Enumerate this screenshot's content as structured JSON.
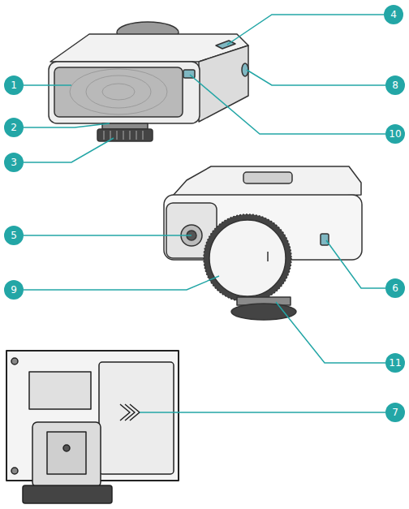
{
  "diagram": {
    "nodes": [
      {
        "text": [
          "4"
        ]
      },
      {
        "text": [
          "1"
        ]
      },
      {
        "text": [
          "8"
        ]
      },
      {
        "text": [
          "2"
        ]
      },
      {
        "text": [
          "10"
        ]
      },
      {
        "text": [
          "3"
        ]
      },
      {
        "text": [
          "5"
        ]
      },
      {
        "text": [
          "9"
        ]
      },
      {
        "text": [
          "6"
        ]
      },
      {
        "text": [
          "11"
        ]
      },
      {
        "text": [
          "7"
        ]
      }
    ]
  }
}
